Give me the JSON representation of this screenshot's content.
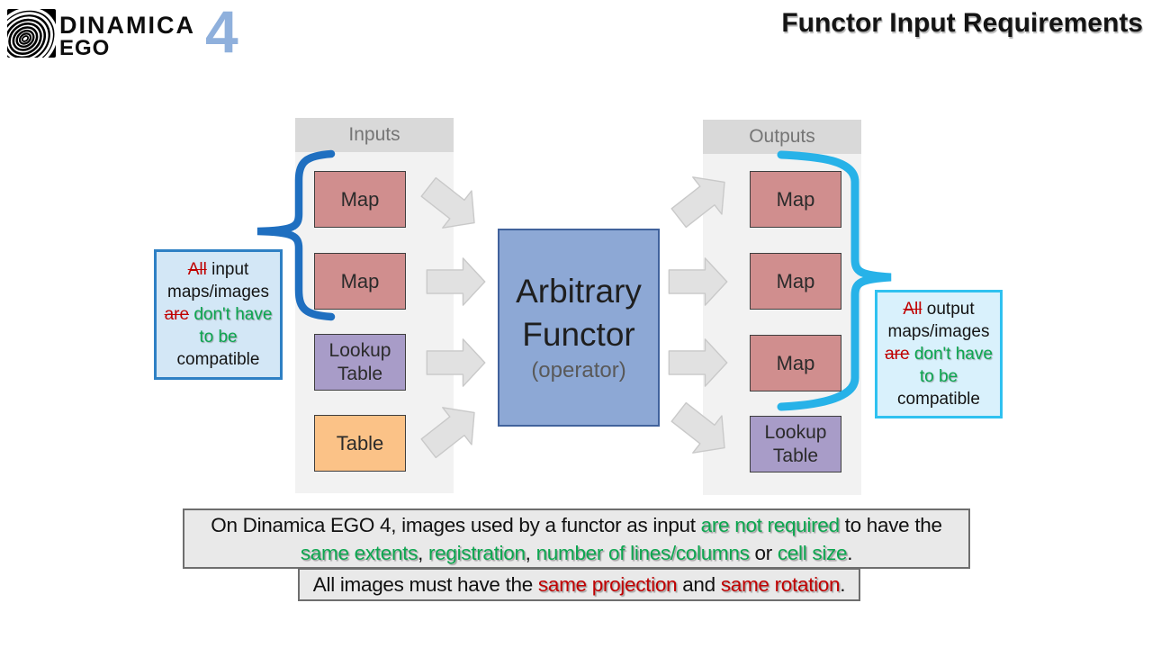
{
  "logo": {
    "name": "DINAMICA",
    "sub": "EGO",
    "version": "4"
  },
  "icons": {
    "logo": "dinamica-spiral-logo",
    "arrows": "block-arrow-right",
    "braces": "curly-brace"
  },
  "title": "Functor Input Requirements",
  "inputs": {
    "header": "Inputs",
    "boxes": [
      "Map",
      "Map",
      "Lookup Table",
      "Table"
    ]
  },
  "outputs": {
    "header": "Outputs",
    "boxes": [
      "Map",
      "Map",
      "Map",
      "Lookup Table"
    ]
  },
  "functor": {
    "line1": "Arbitrary",
    "line2": "Functor",
    "subtitle": "(operator)"
  },
  "callout_left": {
    "s0": "All",
    "s1": " input maps/images ",
    "s2": "are",
    "s3": " don't have to be ",
    "s4": "compatible"
  },
  "callout_right": {
    "s0": "All",
    "s1": " output maps/images ",
    "s2": "are",
    "s3": " don't have to be ",
    "s4": "compatible"
  },
  "bottom_note1": {
    "l1s0": "On Dinamica EGO 4, images used by a functor as input ",
    "l1s1": "are not required",
    "l1s2": " to have the",
    "l2s0": "same extents",
    "l2s1": ", ",
    "l2s2": "registration",
    "l2s3": ", ",
    "l2s4": "number of lines/columns",
    "l2s5": " or ",
    "l2s6": "cell size",
    "l2s7": "."
  },
  "bottom_note2": {
    "s0": "All images must have the ",
    "s1": "same projection",
    "s2": " and ",
    "s3": "same rotation",
    "s4": "."
  },
  "colors": {
    "map_fill": "#d08e8e",
    "lookup_fill": "#a89cc8",
    "table_fill": "#fbc287",
    "functor_fill": "#8da8d5",
    "functor_border": "#41629c",
    "panel_body": "#f2f2f2",
    "panel_header": "#d9d9d9",
    "arrow_fill": "#e1e1e1",
    "brace_left": "#1f6fc0",
    "brace_right": "#27b2e8",
    "callout_left_border": "#2e80c4",
    "callout_right_border": "#2fc1f0",
    "green_text": "#0ca64f",
    "red_text": "#c00000",
    "logo_number_blue": "#8fb0dc"
  }
}
